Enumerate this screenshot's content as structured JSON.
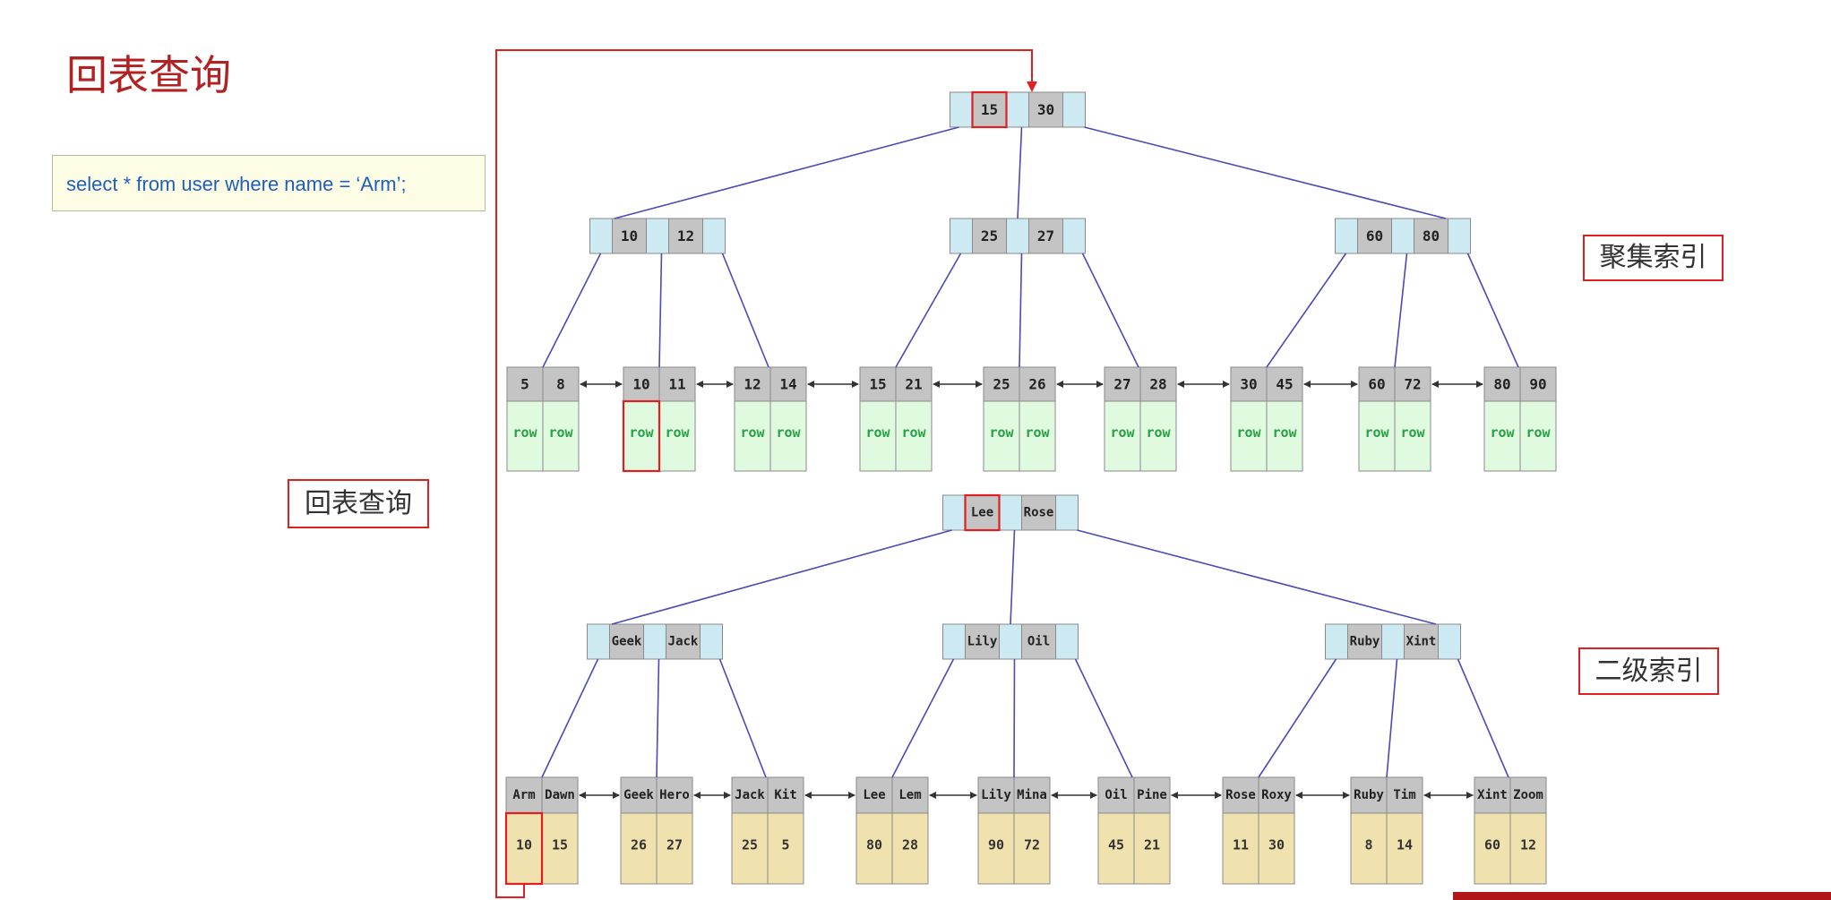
{
  "page": {
    "title": "回表查询",
    "sql": "select * from user where name = ‘Arm’;",
    "labels": {
      "back_to_table": "回表查询",
      "clustered_index": "聚集索引",
      "secondary_index": "二级索引"
    }
  },
  "colors": {
    "title": "#b22222",
    "highlight": "#e02020",
    "edge": "#4a4ab8",
    "internal_gap": "#cdeaf3",
    "key_cell": "#c4c4c4",
    "row_cell": "#e0fae0",
    "row_text": "#2aa046",
    "pk_cell": "#f0e2ae",
    "sql_text": "#1f5fb8",
    "sql_bg": "#fdfde6"
  },
  "clustered_index": {
    "root": [
      "15",
      "30"
    ],
    "level2": [
      [
        "10",
        "12"
      ],
      [
        "25",
        "27"
      ],
      [
        "60",
        "80"
      ]
    ],
    "leaves": [
      {
        "keys": [
          "5",
          "8"
        ],
        "data": [
          "row",
          "row"
        ]
      },
      {
        "keys": [
          "10",
          "11"
        ],
        "data": [
          "row",
          "row"
        ]
      },
      {
        "keys": [
          "12",
          "14"
        ],
        "data": [
          "row",
          "row"
        ]
      },
      {
        "keys": [
          "15",
          "21"
        ],
        "data": [
          "row",
          "row"
        ]
      },
      {
        "keys": [
          "25",
          "26"
        ],
        "data": [
          "row",
          "row"
        ]
      },
      {
        "keys": [
          "27",
          "28"
        ],
        "data": [
          "row",
          "row"
        ]
      },
      {
        "keys": [
          "30",
          "45"
        ],
        "data": [
          "row",
          "row"
        ]
      },
      {
        "keys": [
          "60",
          "72"
        ],
        "data": [
          "row",
          "row"
        ]
      },
      {
        "keys": [
          "80",
          "90"
        ],
        "data": [
          "row",
          "row"
        ]
      }
    ]
  },
  "secondary_index": {
    "root": [
      "Lee",
      "Rose"
    ],
    "level2": [
      [
        "Geek",
        "Jack"
      ],
      [
        "Lily",
        "Oil"
      ],
      [
        "Ruby",
        "Xint"
      ]
    ],
    "leaves": [
      {
        "keys": [
          "Arm",
          "Dawn"
        ],
        "data": [
          "10",
          "15"
        ]
      },
      {
        "keys": [
          "Geek",
          "Hero"
        ],
        "data": [
          "26",
          "27"
        ]
      },
      {
        "keys": [
          "Jack",
          "Kit"
        ],
        "data": [
          "25",
          "5"
        ]
      },
      {
        "keys": [
          "Lee",
          "Lem"
        ],
        "data": [
          "80",
          "28"
        ]
      },
      {
        "keys": [
          "Lily",
          "Mina"
        ],
        "data": [
          "90",
          "72"
        ]
      },
      {
        "keys": [
          "Oil",
          "Pine"
        ],
        "data": [
          "45",
          "21"
        ]
      },
      {
        "keys": [
          "Rose",
          "Roxy"
        ],
        "data": [
          "11",
          "30"
        ]
      },
      {
        "keys": [
          "Ruby",
          "Tim"
        ],
        "data": [
          "8",
          "14"
        ]
      },
      {
        "keys": [
          "Xint",
          "Zoom"
        ],
        "data": [
          "60",
          "12"
        ]
      }
    ]
  }
}
